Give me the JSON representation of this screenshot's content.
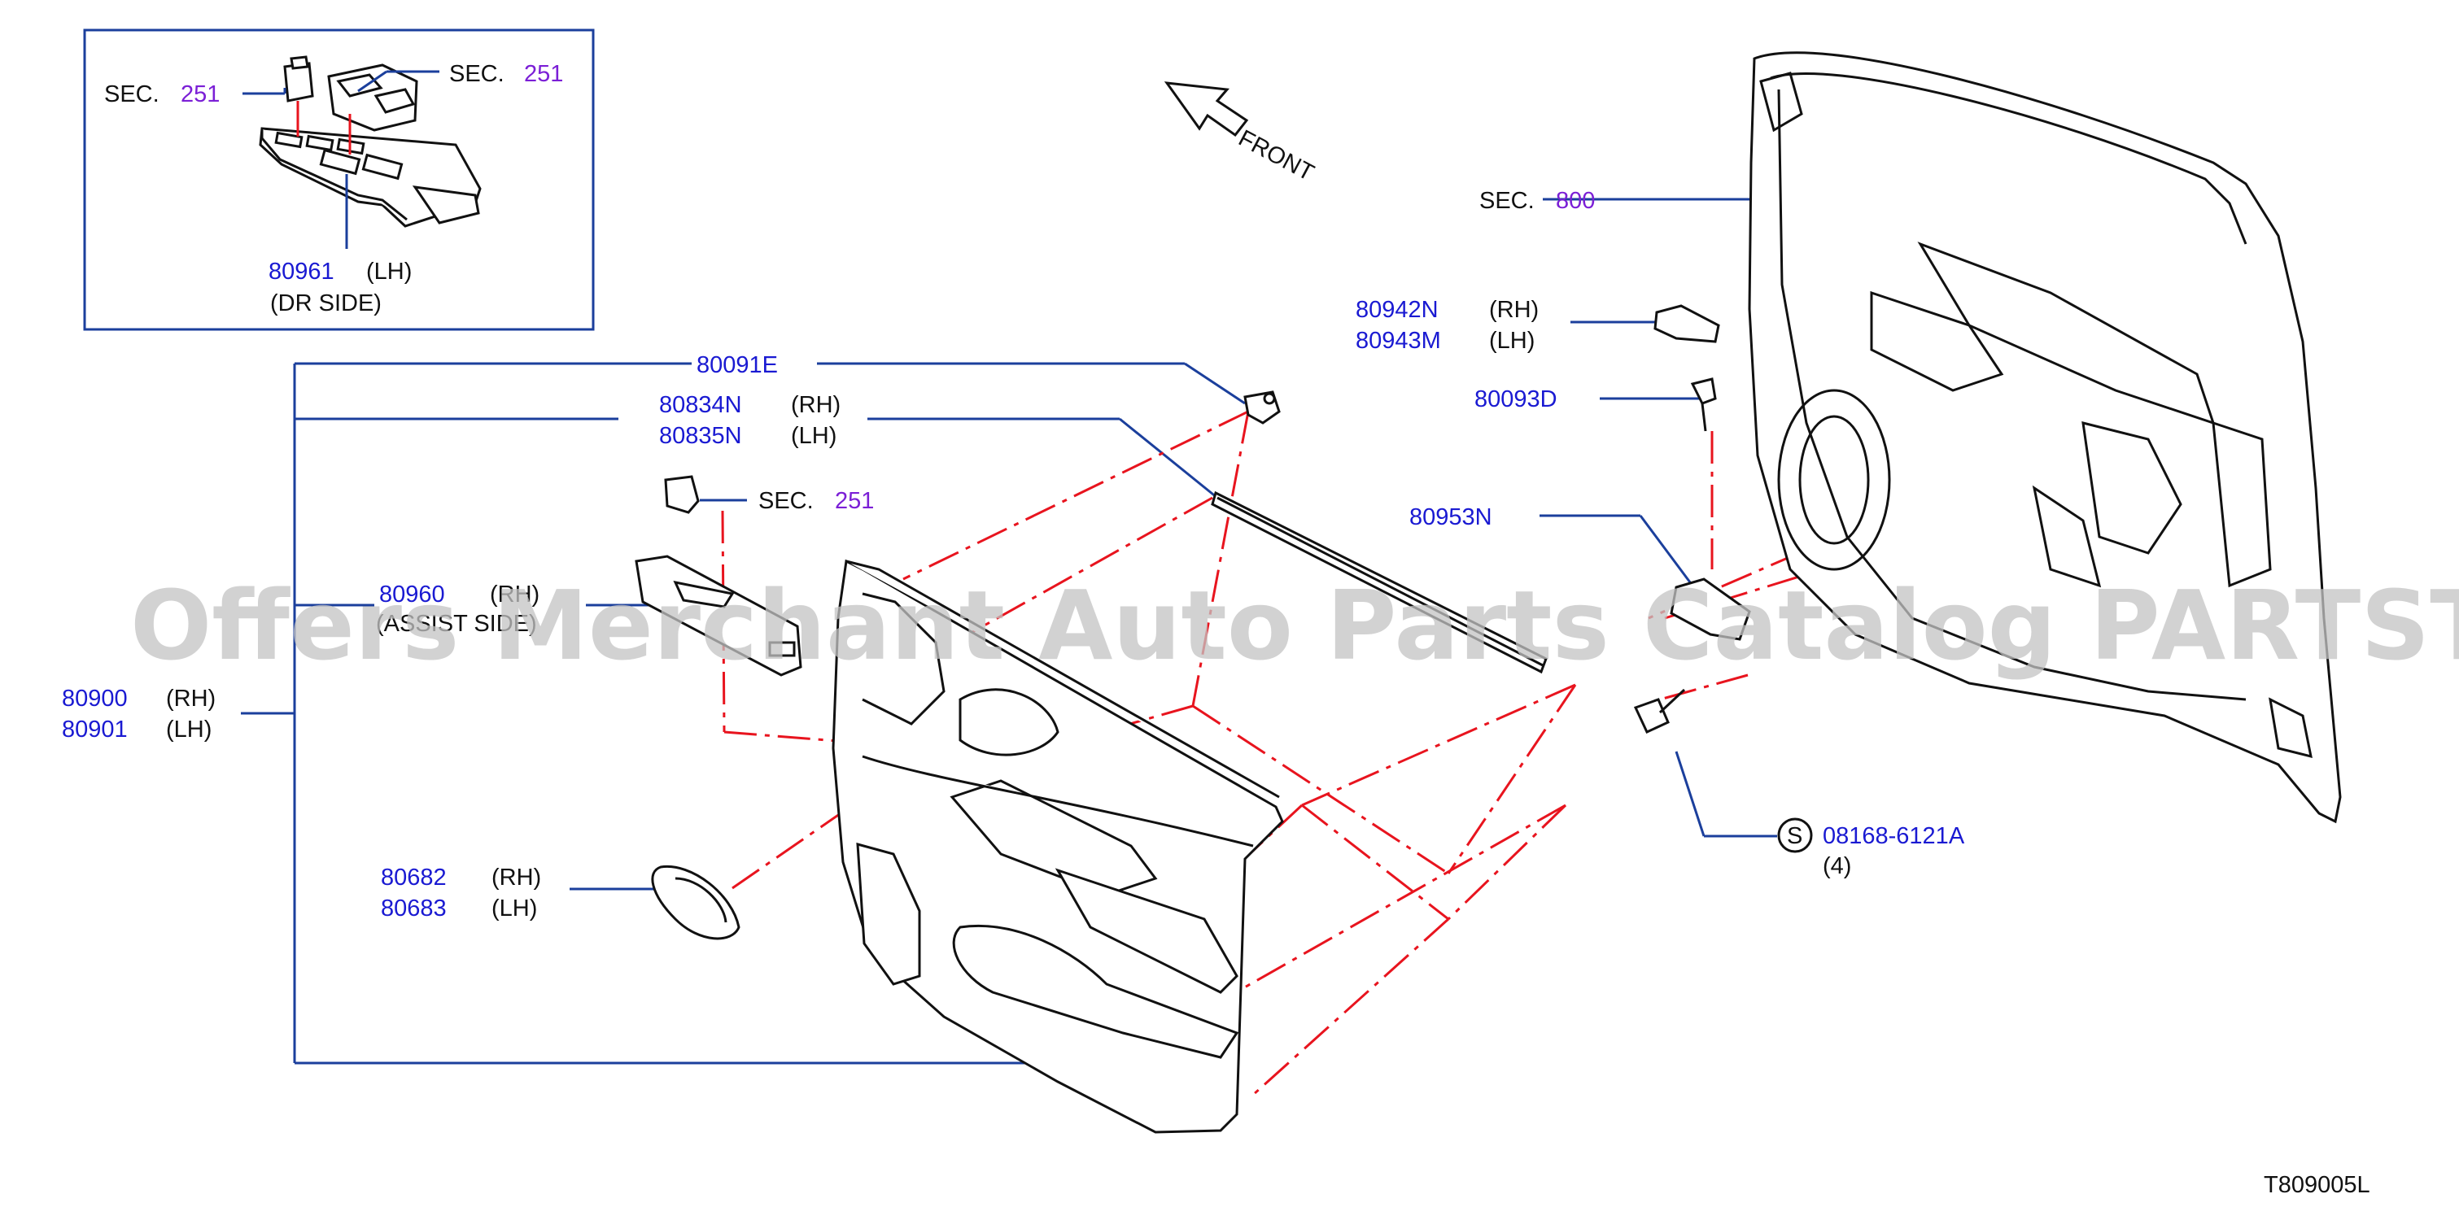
{
  "inset": {
    "sec_a": {
      "prefix": "SEC.",
      "num": "251"
    },
    "sec_b": {
      "prefix": "SEC.",
      "num": "251"
    },
    "part": "80961",
    "side": "(LH)",
    "note": "(DR   SIDE)"
  },
  "front_label": "FRONT",
  "labels": {
    "p80091e": "80091E",
    "p80834n": "80834N",
    "p80834n_side": "(RH)",
    "p80835n": "80835N",
    "p80835n_side": "(LH)",
    "sec251": {
      "prefix": "SEC.",
      "num": "251"
    },
    "p80960": "80960",
    "p80960_side": "(RH)",
    "p80960_note": "(ASSIST SIDE)",
    "p80900": "80900",
    "p80900_side": "(RH)",
    "p80901": "80901",
    "p80901_side": "(LH)",
    "p80682": "80682",
    "p80682_side": "(RH)",
    "p80683": "80683",
    "p80683_side": "(LH)",
    "sec800": {
      "prefix": "SEC.",
      "num": "800"
    },
    "p80942n": "80942N",
    "p80942n_side": "(RH)",
    "p80943m": "80943M",
    "p80943m_side": "(LH)",
    "p80093d": "80093D",
    "p80953n": "80953N",
    "bolt_symbol": "S",
    "bolt_part": "08168-6121A",
    "bolt_qty": "(4)"
  },
  "watermark": "Offers Merchant Auto Parts Catalog PARTSTORE.SA",
  "diagram_code": "T809005L",
  "colors": {
    "part_number": "#1a1ad2",
    "section_ref": "#7b1fd6",
    "leader_line": "#1b3f9c",
    "phantom_line": "#e8141e",
    "outline": "#111111"
  }
}
